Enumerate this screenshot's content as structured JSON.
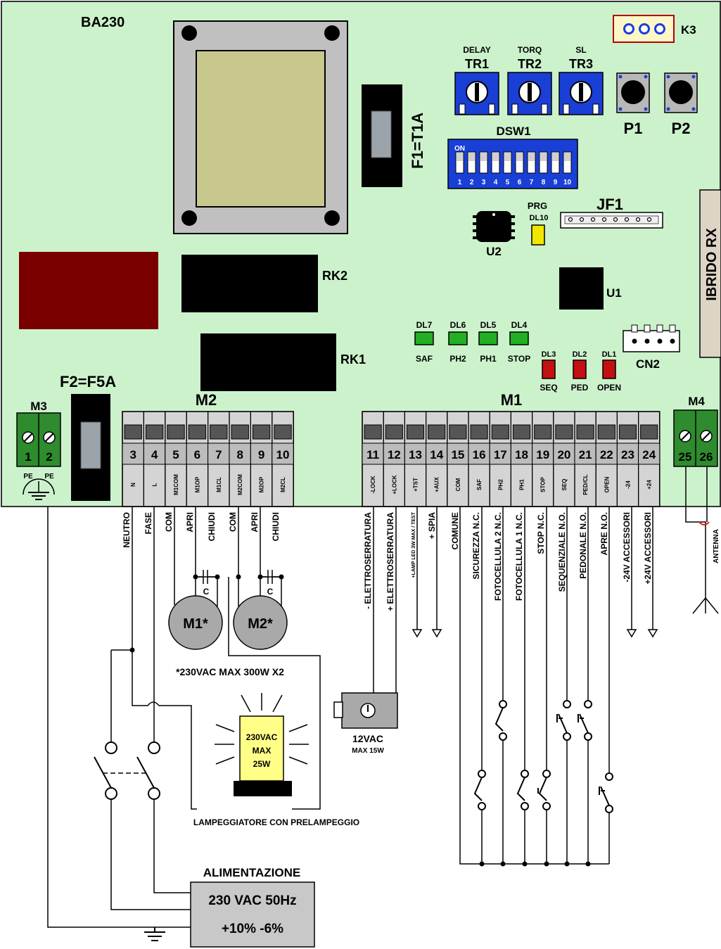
{
  "board": {
    "model": "BA230",
    "fuse_f1": "F1=T1A",
    "fuse_f2": "F2=F5A",
    "relay_rk1": "RK1",
    "relay_rk2": "RK2",
    "chip_u1": "U1",
    "chip_u2": "U2",
    "connector_k3": "K3",
    "connector_jf1": "JF1",
    "connector_cn2": "CN2",
    "receiver": "IBRIDO RX",
    "dip_switch": "DSW1",
    "dip_on": "ON",
    "dip_numbers": [
      "1",
      "2",
      "3",
      "4",
      "5",
      "6",
      "7",
      "8",
      "9",
      "10"
    ],
    "trimmers": [
      {
        "func": "DELAY",
        "name": "TR1"
      },
      {
        "func": "TORQ",
        "name": "TR2"
      },
      {
        "func": "SL",
        "name": "TR3"
      }
    ],
    "buttons": [
      "P1",
      "P2"
    ],
    "prg_led": {
      "label": "PRG",
      "name": "DL10",
      "color": "#f2e600"
    },
    "green_leds": [
      {
        "name": "DL7",
        "func": "SAF"
      },
      {
        "name": "DL6",
        "func": "PH2"
      },
      {
        "name": "DL5",
        "func": "PH1"
      },
      {
        "name": "DL4",
        "func": "STOP"
      }
    ],
    "red_leds": [
      {
        "name": "DL3",
        "func": "SEQ"
      },
      {
        "name": "DL2",
        "func": "PED"
      },
      {
        "name": "DL1",
        "func": "OPEN"
      }
    ],
    "colors": {
      "board": "#ccf2cc",
      "blue": "#1a3fd6",
      "green_terminal": "#2e8b2e",
      "red_led": "#c41010",
      "relay": "#000000",
      "transformer_core": "#c8c88e"
    }
  },
  "blocks": {
    "m3": {
      "name": "M3",
      "terminals": [
        "1",
        "2"
      ],
      "sublabels": [
        "PE",
        "PE"
      ]
    },
    "m2": {
      "name": "M2",
      "terminals": [
        "3",
        "4",
        "5",
        "6",
        "7",
        "8",
        "9",
        "10"
      ],
      "sublabels": [
        "N",
        "L",
        "M1COM",
        "M1OP",
        "M1CL",
        "M2COM",
        "M2OP",
        "M2CL"
      ]
    },
    "m1": {
      "name": "M1",
      "terminals": [
        "11",
        "12",
        "13",
        "14",
        "15",
        "16",
        "17",
        "18",
        "19",
        "20",
        "21",
        "22",
        "23",
        "24"
      ],
      "sublabels": [
        "-LOCK",
        "+LOCK",
        "+TST",
        "+AUX",
        "COM",
        "SAF",
        "PH2",
        "PH1",
        "STOP",
        "SEQ",
        "PED/CL",
        "OPEN",
        "-24",
        "+24"
      ]
    },
    "m4": {
      "name": "M4",
      "terminals": [
        "25",
        "26"
      ]
    }
  },
  "wires": {
    "m2": [
      "NEUTRO",
      "FASE",
      "COM",
      "APRI",
      "CHIUDI",
      "COM",
      "APRI",
      "CHIUDI"
    ],
    "m1": [
      "- ELETTROSERRATURA",
      "+ ELETTROSERRATURA",
      "+LAMP LED 3W MAX / TEST",
      "+ SPIA",
      "COMUNE",
      "SICUREZZA N.C.",
      "FOTOCELLULA 2 N.C.",
      "FOTOCELLULA 1 N.C.",
      "STOP N.C.",
      "SEQUENZIALE N.O.",
      "PEDONALE N.O.",
      "APRE N.O.",
      "-24V ACCESSORI",
      "+24V ACCESSORI"
    ],
    "antenna": "ANTENNA"
  },
  "external": {
    "motor1": "M1*",
    "motor2": "M2*",
    "capacitor": "C",
    "motor_note": "*230VAC MAX 300W X2",
    "lamp_lines": [
      "230VAC",
      "MAX",
      "25W"
    ],
    "lamp_caption": "LAMPEGGIATORE CON PRELAMPEGGIO",
    "lock_lines": [
      "12VAC",
      "MAX 15W"
    ],
    "supply_title": "ALIMENTAZIONE",
    "supply_lines": [
      "230 VAC 50Hz",
      "+10% -6%"
    ]
  }
}
